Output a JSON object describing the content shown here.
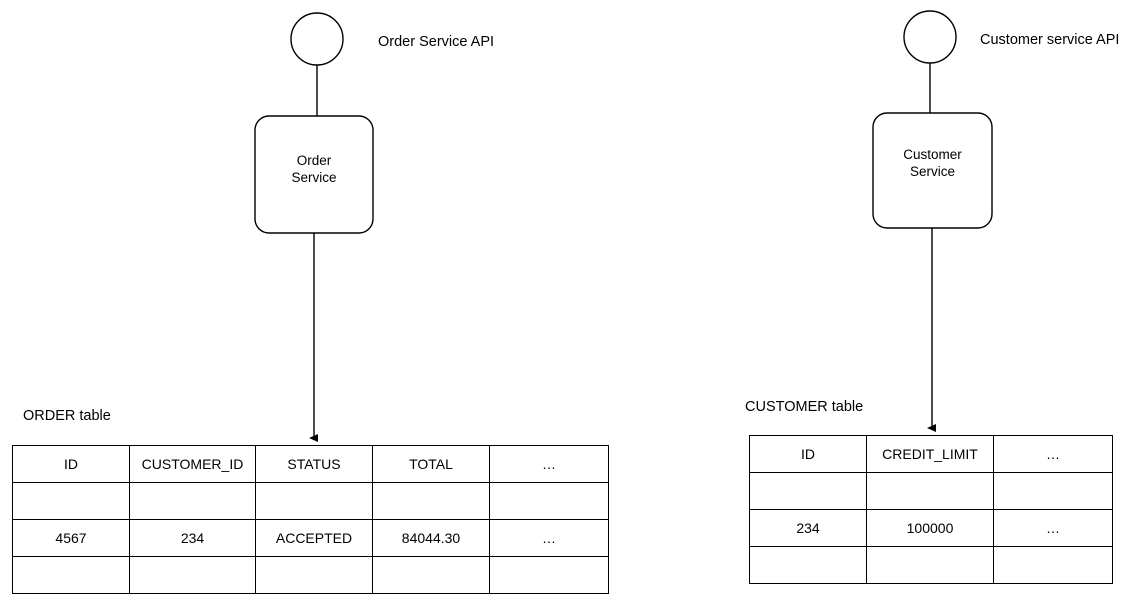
{
  "diagram": {
    "title_text": "",
    "stroke_color": "#000000",
    "fill_color": "#ffffff",
    "nodes": [
      {
        "id": "order-service",
        "shape": "rounded-rect",
        "label": "Order\nService",
        "api_label": "Order Service API",
        "api_icon": "circle-interface-icon"
      },
      {
        "id": "customer-service",
        "shape": "rounded-rect",
        "label": "Customer\nService",
        "api_label": "Customer service API",
        "api_icon": "circle-interface-icon"
      }
    ],
    "connectors": [
      {
        "id": "order-to-table",
        "from": "order-service",
        "to": "order-table",
        "arrow": "down-arrow-icon"
      },
      {
        "id": "customer-to-table",
        "from": "customer-service",
        "to": "customer-table",
        "arrow": "down-arrow-icon"
      },
      {
        "id": "order-api-stem",
        "from": "order-api-circle",
        "to": "order-service",
        "arrow": "none"
      },
      {
        "id": "customer-api-stem",
        "from": "customer-api-circle",
        "to": "customer-service",
        "arrow": "none"
      }
    ]
  },
  "order_table": {
    "caption": "ORDER table",
    "columns": [
      "ID",
      "CUSTOMER_ID",
      "STATUS",
      "TOTAL",
      "…"
    ],
    "rows": [
      [
        "",
        "",
        "",
        "",
        ""
      ],
      [
        "4567",
        "234",
        "ACCEPTED",
        "84044.30",
        "…"
      ],
      [
        "",
        "",
        "",
        "",
        ""
      ]
    ]
  },
  "customer_table": {
    "caption": "CUSTOMER table",
    "columns": [
      "ID",
      "CREDIT_LIMIT",
      "…"
    ],
    "rows": [
      [
        "",
        "",
        ""
      ],
      [
        "234",
        "100000",
        "…"
      ],
      [
        "",
        "",
        ""
      ]
    ]
  }
}
